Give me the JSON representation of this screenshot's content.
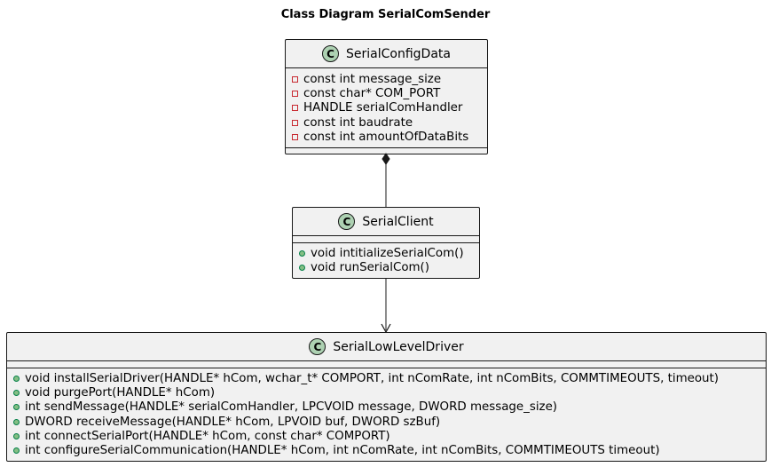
{
  "title": "Class Diagram SerialComSender",
  "classes": {
    "serial_config_data": {
      "name": "SerialConfigData",
      "stereotype_icon": "C",
      "attributes": [
        "const int message_size",
        "const char* COM_PORT",
        "HANDLE serialComHandler",
        "const int baudrate",
        "const int amountOfDataBits"
      ]
    },
    "serial_client": {
      "name": "SerialClient",
      "stereotype_icon": "C",
      "methods": [
        "void intitializeSerialCom()",
        "void runSerialCom()"
      ]
    },
    "serial_low_level_driver": {
      "name": "SerialLowLevelDriver",
      "stereotype_icon": "C",
      "methods": [
        "void installSerialDriver(HANDLE* hCom, wchar_t* COMPORT, int nComRate, int nComBits, COMMTIMEOUTS, timeout)",
        "void purgePort(HANDLE* hCom)",
        "int sendMessage(HANDLE* serialComHandler, LPCVOID message, DWORD message_size)",
        "DWORD receiveMessage(HANDLE* hCom, LPVOID buf, DWORD szBuf)",
        "int connectSerialPort(HANDLE* hCom, const char* COMPORT)",
        "int configureSerialCommunication(HANDLE* hCom, int nComRate, int nComBits, COMMTIMEOUTS timeout)"
      ]
    }
  },
  "colors": {
    "class_fill": "#f1f1f1",
    "badge_fill": "#add1b2",
    "private_marker": "#c82930",
    "public_marker": "#84be84",
    "line": "#181818"
  }
}
